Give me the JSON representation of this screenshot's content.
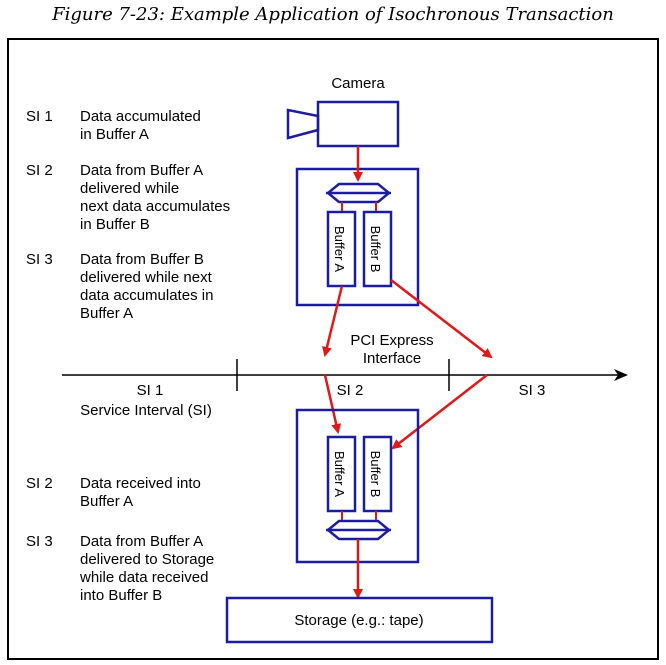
{
  "figure_caption": "Figure 7-23: Example Application of Isochronous Transaction",
  "camera_label": "Camera",
  "source_steps": [
    {
      "si": "SI 1",
      "lines": [
        "Data accumulated",
        "in Buffer A"
      ]
    },
    {
      "si": "SI 2",
      "lines": [
        "Data from Buffer A",
        "delivered while",
        "next data accumulates",
        "in Buffer B"
      ]
    },
    {
      "si": "SI 3",
      "lines": [
        "Data from Buffer B",
        "delivered while next",
        "data accumulates in",
        "Buffer A"
      ]
    }
  ],
  "interface_label": [
    "PCI Express",
    "Interface"
  ],
  "timeline": {
    "si1": "SI 1",
    "service_interval": "Service Interval (SI)",
    "si2": "SI 2",
    "si3": "SI 3"
  },
  "sink_steps": [
    {
      "si": "SI 2",
      "lines": [
        "Data received into",
        "Buffer A"
      ]
    },
    {
      "si": "SI 3",
      "lines": [
        "Data from Buffer A",
        "delivered to Storage",
        "while data received",
        "into Buffer B"
      ]
    }
  ],
  "buffers": {
    "a": "Buffer A",
    "b": "Buffer B"
  },
  "storage_label": "Storage (e.g.: tape)",
  "colors": {
    "box": "#1c1ca0",
    "arrow": "#e01818",
    "line": "#000000"
  }
}
